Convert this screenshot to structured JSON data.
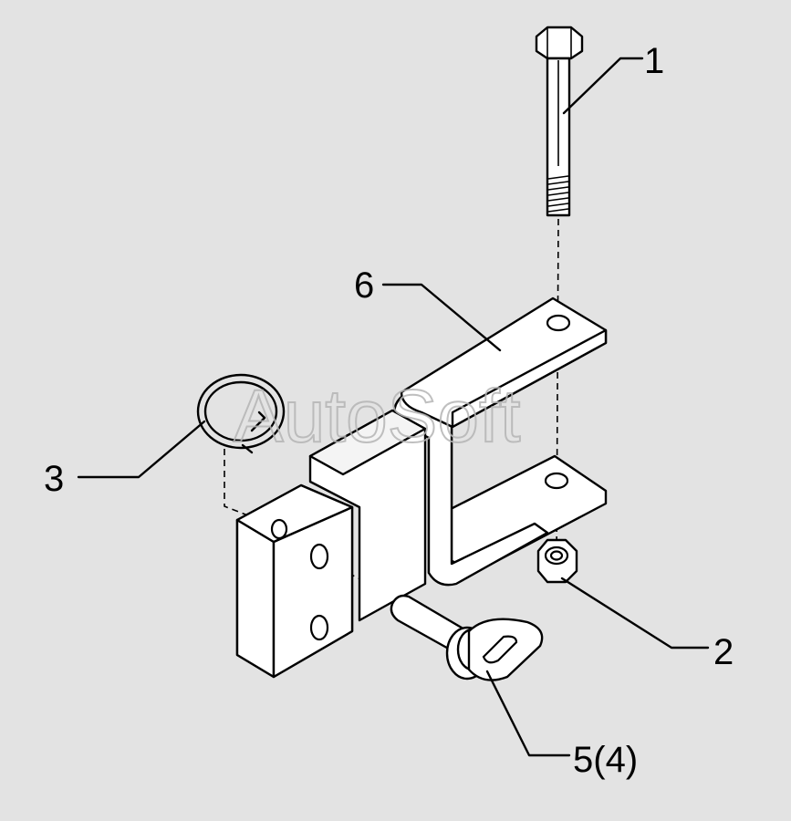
{
  "diagram": {
    "watermark": "AutoSoft",
    "callouts": [
      {
        "id": "1",
        "label": "1"
      },
      {
        "id": "2",
        "label": "2"
      },
      {
        "id": "3",
        "label": "3"
      },
      {
        "id": "5",
        "label": "5(4)"
      },
      {
        "id": "6",
        "label": "6"
      }
    ]
  },
  "colors": {
    "background": "#e3e3e3",
    "line": "#000000",
    "watermark": "#b5b5b5"
  }
}
